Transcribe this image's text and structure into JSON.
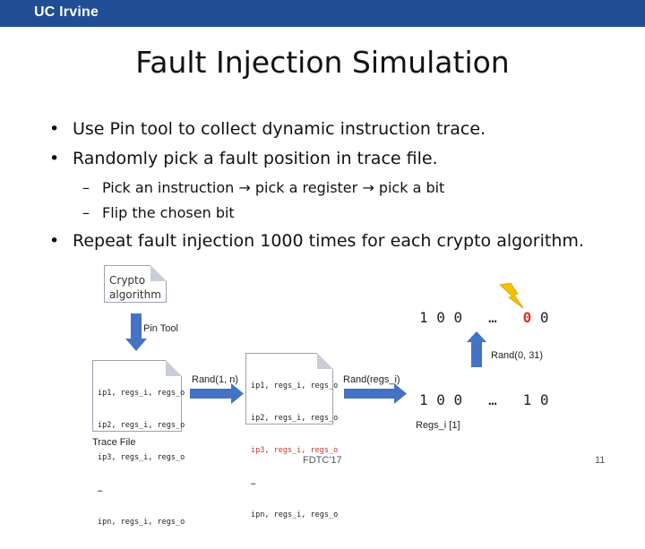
{
  "header": {
    "brand": "UC Irvine"
  },
  "slide": {
    "title": "Fault Injection Simulation",
    "bullets": [
      "Use Pin tool to collect dynamic instruction trace.",
      "Randomly pick a fault position in trace file."
    ],
    "subbullets": {
      "pick_instruction": "Pick an instruction",
      "pick_register": "pick a register",
      "pick_bit": "pick a bit",
      "flip": "Flip the chosen bit"
    },
    "bullet3": "Repeat fault injection 1000 times for each crypto algorithm."
  },
  "diagram": {
    "crypto_note": {
      "line1": "Crypto",
      "line2": "algorithm"
    },
    "pin_tool_label": "Pin Tool",
    "trace_file_label": "Trace File",
    "trace_lines": [
      "ip1, regs_i, regs_o",
      "ip2, regs_i, regs_o",
      "ip3, regs_i, regs_o",
      "…",
      "ipn, regs_i, regs_o"
    ],
    "mid_lines": [
      "ip1, regs_i, regs_o",
      "ip2, regs_i, regs_o",
      "ip3, regs_i, regs_o",
      "…",
      "ipn, regs_i, regs_o"
    ],
    "rand_1n": "Rand(1, n)",
    "rand_regs": "Rand(regs_i)",
    "rand_031": "Rand(0, 31)",
    "regs_label": "Regs_i [1]",
    "top_bits": {
      "left": "1 0 0",
      "dots": "…",
      "flipped": "0",
      "right": "0"
    },
    "bottom_bits": {
      "left": "1 0 0",
      "dots": "…",
      "right": "1 0"
    }
  },
  "footer": {
    "center": "FDTC'17",
    "page": "11"
  },
  "colors": {
    "header_bar": "#1f4e96",
    "arrow_blue": "#4472c4",
    "highlight_red": "#e03020",
    "lightning": "#f2c200"
  }
}
